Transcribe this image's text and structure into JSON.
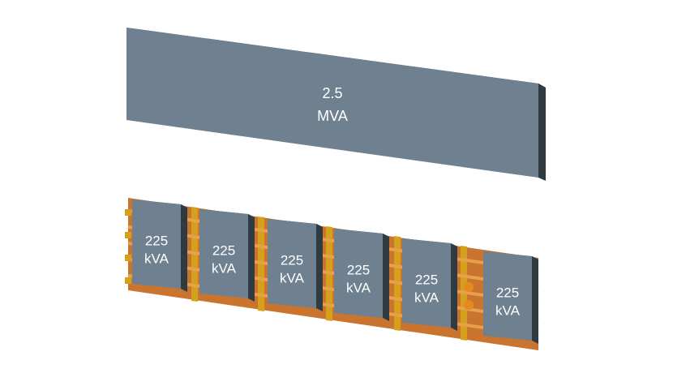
{
  "large_unit": {
    "rating_value": "2.5",
    "rating_unit": "MVA"
  },
  "small_units": [
    {
      "rating_value": "225",
      "rating_unit": "kVA"
    },
    {
      "rating_value": "225",
      "rating_unit": "kVA"
    },
    {
      "rating_value": "225",
      "rating_unit": "kVA"
    },
    {
      "rating_value": "225",
      "rating_unit": "kVA"
    },
    {
      "rating_value": "225",
      "rating_unit": "kVA"
    },
    {
      "rating_value": "225",
      "rating_unit": "kVA"
    }
  ],
  "colors": {
    "unit_front": "#6f8191",
    "unit_top": "#4e5d69",
    "unit_side": "#2f3a41",
    "busbar_copper": "#c9742f",
    "busbar_light": "#e6a04e",
    "support_yellow": "#d5a11d",
    "support_dark": "#8c6516",
    "connector_orange": "#e58a1d"
  }
}
